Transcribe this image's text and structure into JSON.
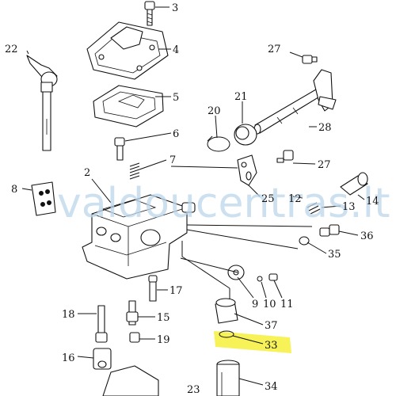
{
  "watermark": "valdoucentras.lt",
  "labels": {
    "p2": "2",
    "p3": "3",
    "p4": "4",
    "p5": "5",
    "p6": "6",
    "p7": "7",
    "p8": "8",
    "p9": "9",
    "p10": "10",
    "p11": "11",
    "p12": "12",
    "p13": "13",
    "p14": "14",
    "p15": "15",
    "p16": "16",
    "p17": "17",
    "p18": "18",
    "p19": "19",
    "p20": "20",
    "p21": "21",
    "p22": "22",
    "p23": "23",
    "p25": "25",
    "p27a": "27",
    "p27b": "27",
    "p28": "28",
    "p33": "33",
    "p34": "34",
    "p35": "35",
    "p36": "36",
    "p37": "37"
  },
  "highlight": {
    "label": "33",
    "color": "#f4f03a"
  }
}
